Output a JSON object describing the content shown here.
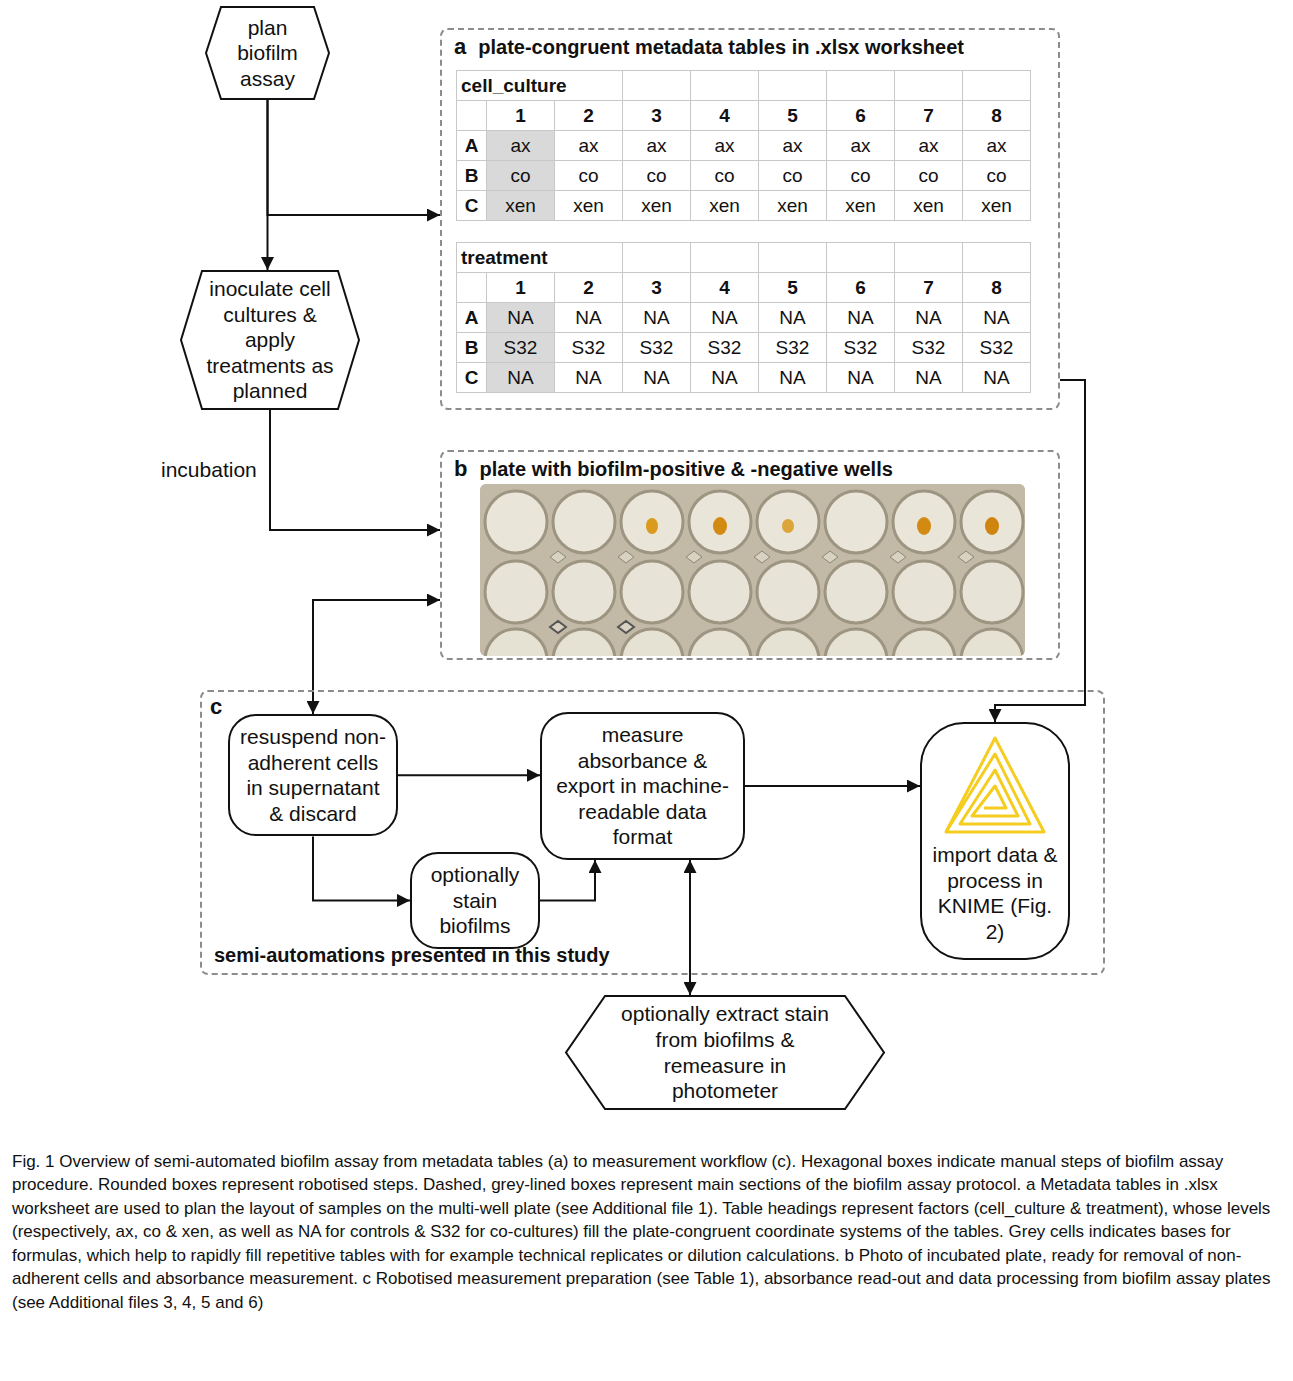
{
  "diagram": {
    "caption": "Fig. 1 Overview of semi-automated biofilm assay from metadata tables (a) to measurement workflow (c). Hexagonal boxes indicate manual steps of biofilm assay procedure. Rounded boxes represent robotised steps. Dashed, grey-lined boxes represent main sections of the biofilm assay protocol. a Metadata tables in .xlsx worksheet are used to plan the layout of samples on the multi-well plate (see Additional file 1). Table headings represent factors (cell_culture & treatment), whose levels (respectively, ax, co & xen, as well as NA for controls & S32 for co-cultures) fill the plate-congruent coordinate systems of the tables. Grey cells indicates bases for formulas, which help to rapidly fill repetitive tables with for example technical replicates or dilution calculations. b Photo of incubated plate, ready for removal of non-adherent cells and absorbance measurement. c Robotised measurement preparation (see Table 1), absorbance read-out and data processing from biofilm assay plates (see Additional files 3, 4, 5 and 6)",
    "nodes": [
      {
        "text": [
          "plan biofilm assay"
        ]
      },
      {
        "text": [
          "a",
          "plate-congruent metadata tables in .xlsx worksheet"
        ]
      },
      {
        "text": [
          "inoculate cell cultures & apply treatments as planned"
        ]
      },
      {
        "text": [
          "b",
          "plate with biofilm-positive & -negative wells"
        ]
      },
      {
        "text": [
          "c",
          "semi-automations presented in this study"
        ]
      },
      {
        "text": [
          "resuspend non-adherent cells in supernatant & discard"
        ],
        "in": 4
      },
      {
        "text": [
          "measure absorbance & export in machine-readable data format"
        ],
        "in": 4
      },
      {
        "text": [
          "optionally stain biofilms"
        ],
        "in": 4
      },
      {
        "text": [
          "import data & process in KNIME (Fig. 2)"
        ],
        "in": 4
      },
      {
        "text": [
          "optionally extract stain from biofilms & remeasure in photometer"
        ]
      }
    ],
    "edges": [
      {
        "from": 0,
        "to": 1,
        "arrow": "to"
      },
      {
        "from": 0,
        "to": 2,
        "arrow": "to"
      },
      {
        "from": 2,
        "to": 3,
        "label": "incubation",
        "arrow": "to"
      },
      {
        "from": 3,
        "to": 5,
        "arrow": "both"
      },
      {
        "from": 5,
        "to": 6,
        "arrow": "to"
      },
      {
        "from": 5,
        "to": 7,
        "arrow": "to"
      },
      {
        "from": 7,
        "to": 6,
        "arrow": "to"
      },
      {
        "from": 6,
        "to": 9,
        "arrow": "both"
      },
      {
        "from": 6,
        "to": 8,
        "arrow": "to"
      },
      {
        "from": 1,
        "to": 8,
        "arrow": "to"
      }
    ],
    "labels": [
      "cell_culture",
      "1",
      "2",
      "3",
      "4",
      "5",
      "6",
      "7",
      "8",
      "A",
      "ax",
      "ax",
      "ax",
      "ax",
      "ax",
      "ax",
      "ax",
      "ax",
      "B",
      "co",
      "co",
      "co",
      "co",
      "co",
      "co",
      "co",
      "co",
      "C",
      "xen",
      "xen",
      "xen",
      "xen",
      "xen",
      "xen",
      "xen",
      "xen",
      "treatment",
      "1",
      "2",
      "3",
      "4",
      "5",
      "6",
      "7",
      "8",
      "A",
      "NA",
      "NA",
      "NA",
      "NA",
      "NA",
      "NA",
      "NA",
      "NA",
      "B",
      "S32",
      "S32",
      "S32",
      "S32",
      "S32",
      "S32",
      "S32",
      "S32",
      "C",
      "NA",
      "NA",
      "NA",
      "NA",
      "NA",
      "NA",
      "NA",
      "NA"
    ]
  }
}
